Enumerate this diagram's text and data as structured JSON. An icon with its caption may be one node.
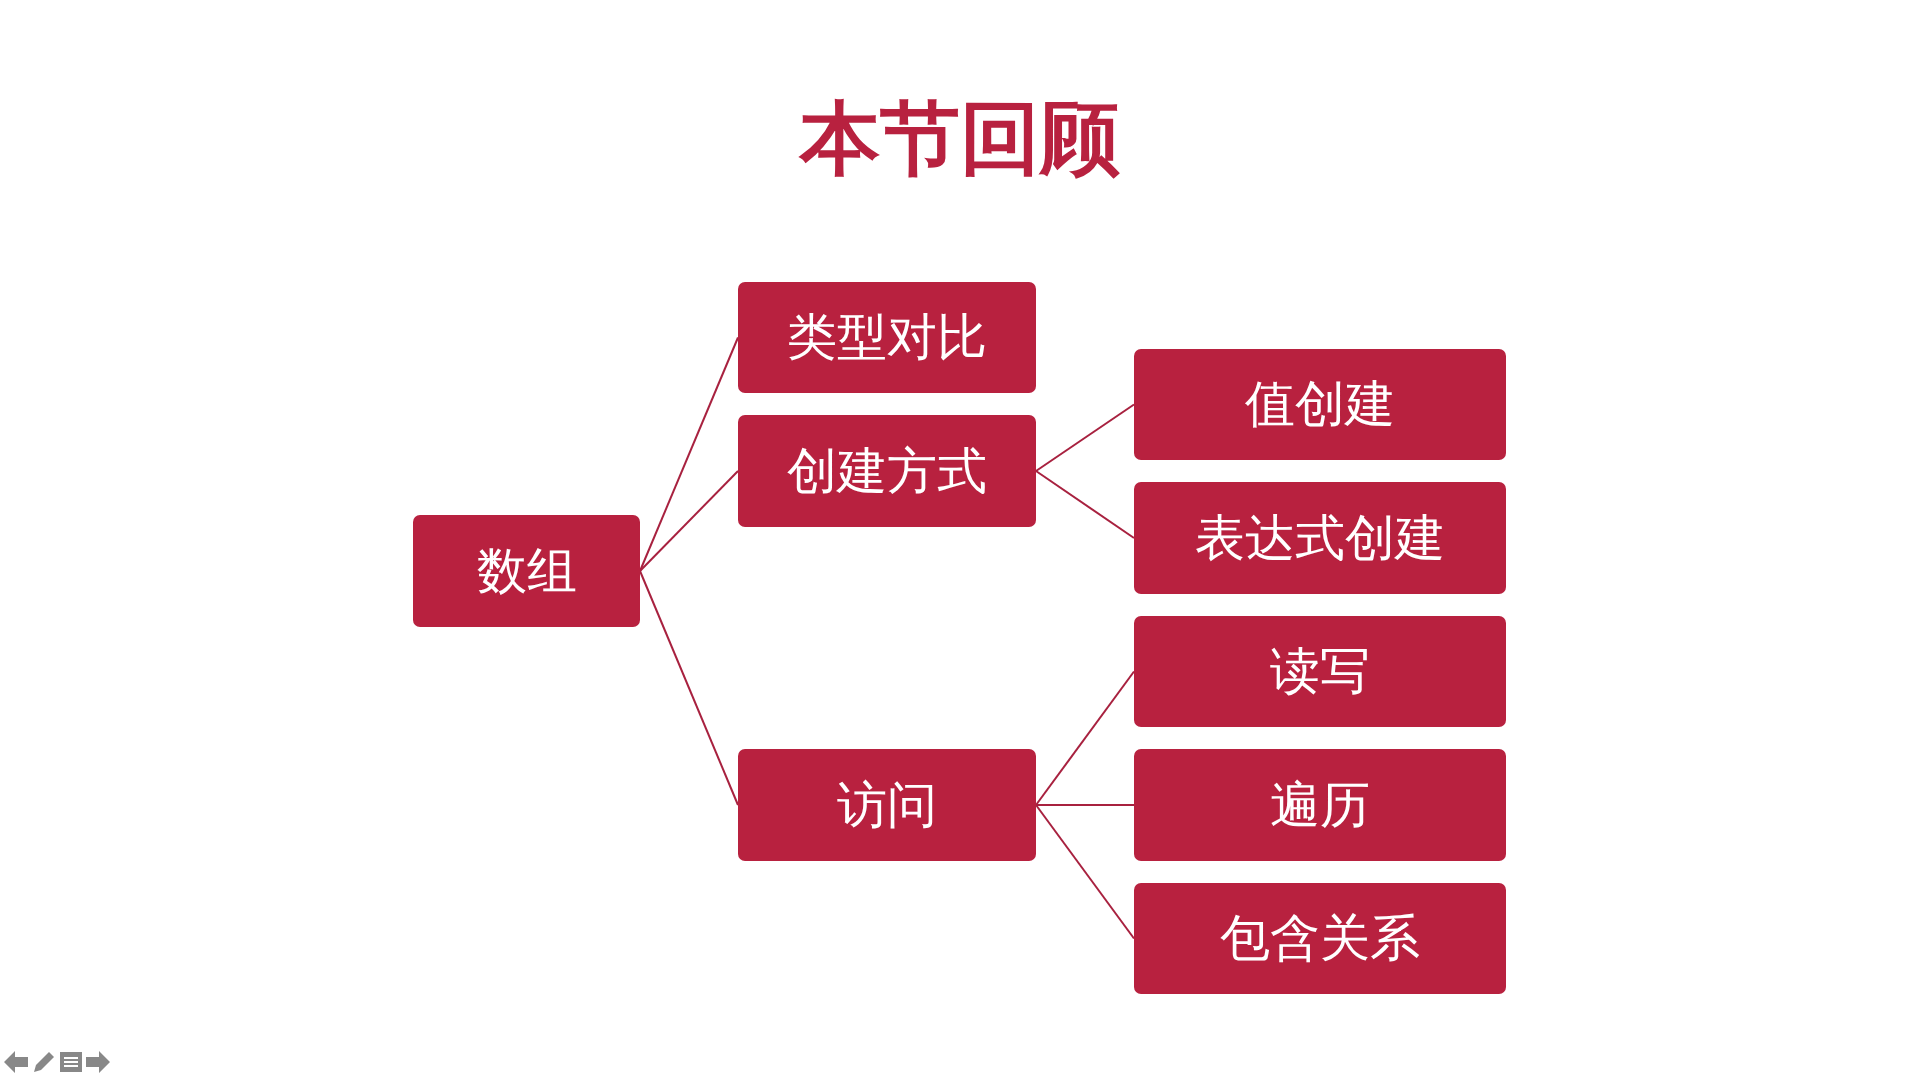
{
  "diagram": {
    "title": "本节回顾",
    "nodes": [
      {
        "text": [
          "数组"
        ]
      },
      {
        "text": [
          "类型对比"
        ]
      },
      {
        "text": [
          "创建方式"
        ]
      },
      {
        "text": [
          "访问"
        ]
      },
      {
        "text": [
          "值创建"
        ]
      },
      {
        "text": [
          "表达式创建"
        ]
      },
      {
        "text": [
          "读写"
        ]
      },
      {
        "text": [
          "遍历"
        ]
      },
      {
        "text": [
          "包含关系"
        ]
      }
    ],
    "edges": [
      {
        "from": 0,
        "to": 1,
        "arrow": "none"
      },
      {
        "from": 0,
        "to": 2,
        "arrow": "none"
      },
      {
        "from": 0,
        "to": 3,
        "arrow": "none"
      },
      {
        "from": 2,
        "to": 4,
        "arrow": "none"
      },
      {
        "from": 2,
        "to": 5,
        "arrow": "none"
      },
      {
        "from": 3,
        "to": 6,
        "arrow": "none"
      },
      {
        "from": 3,
        "to": 7,
        "arrow": "none"
      },
      {
        "from": 3,
        "to": 8,
        "arrow": "none"
      }
    ]
  }
}
